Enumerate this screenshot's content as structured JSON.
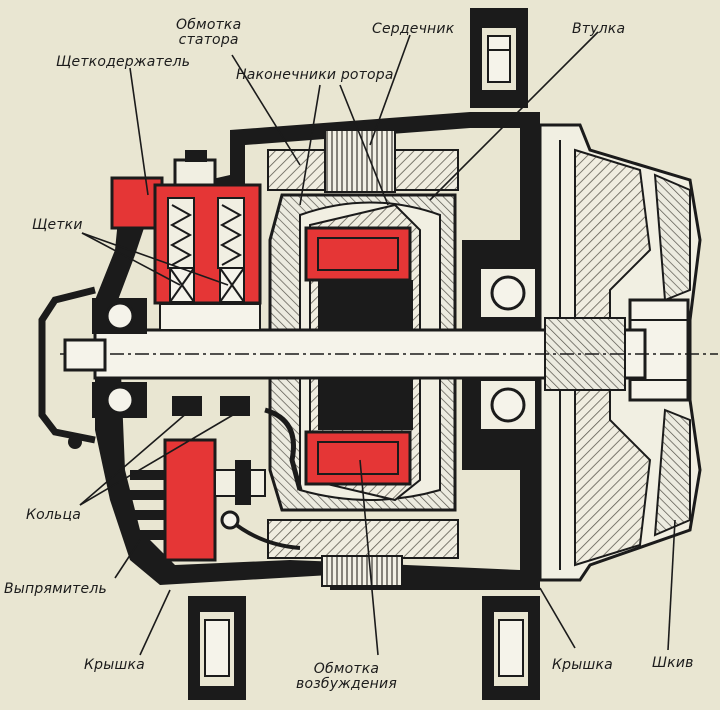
{
  "labels": {
    "stator_winding": [
      "Обмотка",
      "статора"
    ],
    "core": "Сердечник",
    "bushing": "Втулка",
    "brush_holder": "Щеткодержатель",
    "rotor_tips": "Наконечники ротора",
    "brushes": "Щетки",
    "rings": "Кольца",
    "rectifier": "Выпрямитель",
    "cover_left": "Крышка",
    "excitation_winding": [
      "Обмотка",
      "возбуждения"
    ],
    "cover_right": "Крышка",
    "pulley": "Шкив"
  },
  "colors": {
    "background": "#e9e6d2",
    "metal_dark": "#1b1b1b",
    "copper_red": "#e53636",
    "hatch": "#6d6a5e",
    "light_fill": "#f1efe2",
    "text": "#1c1c1c"
  }
}
